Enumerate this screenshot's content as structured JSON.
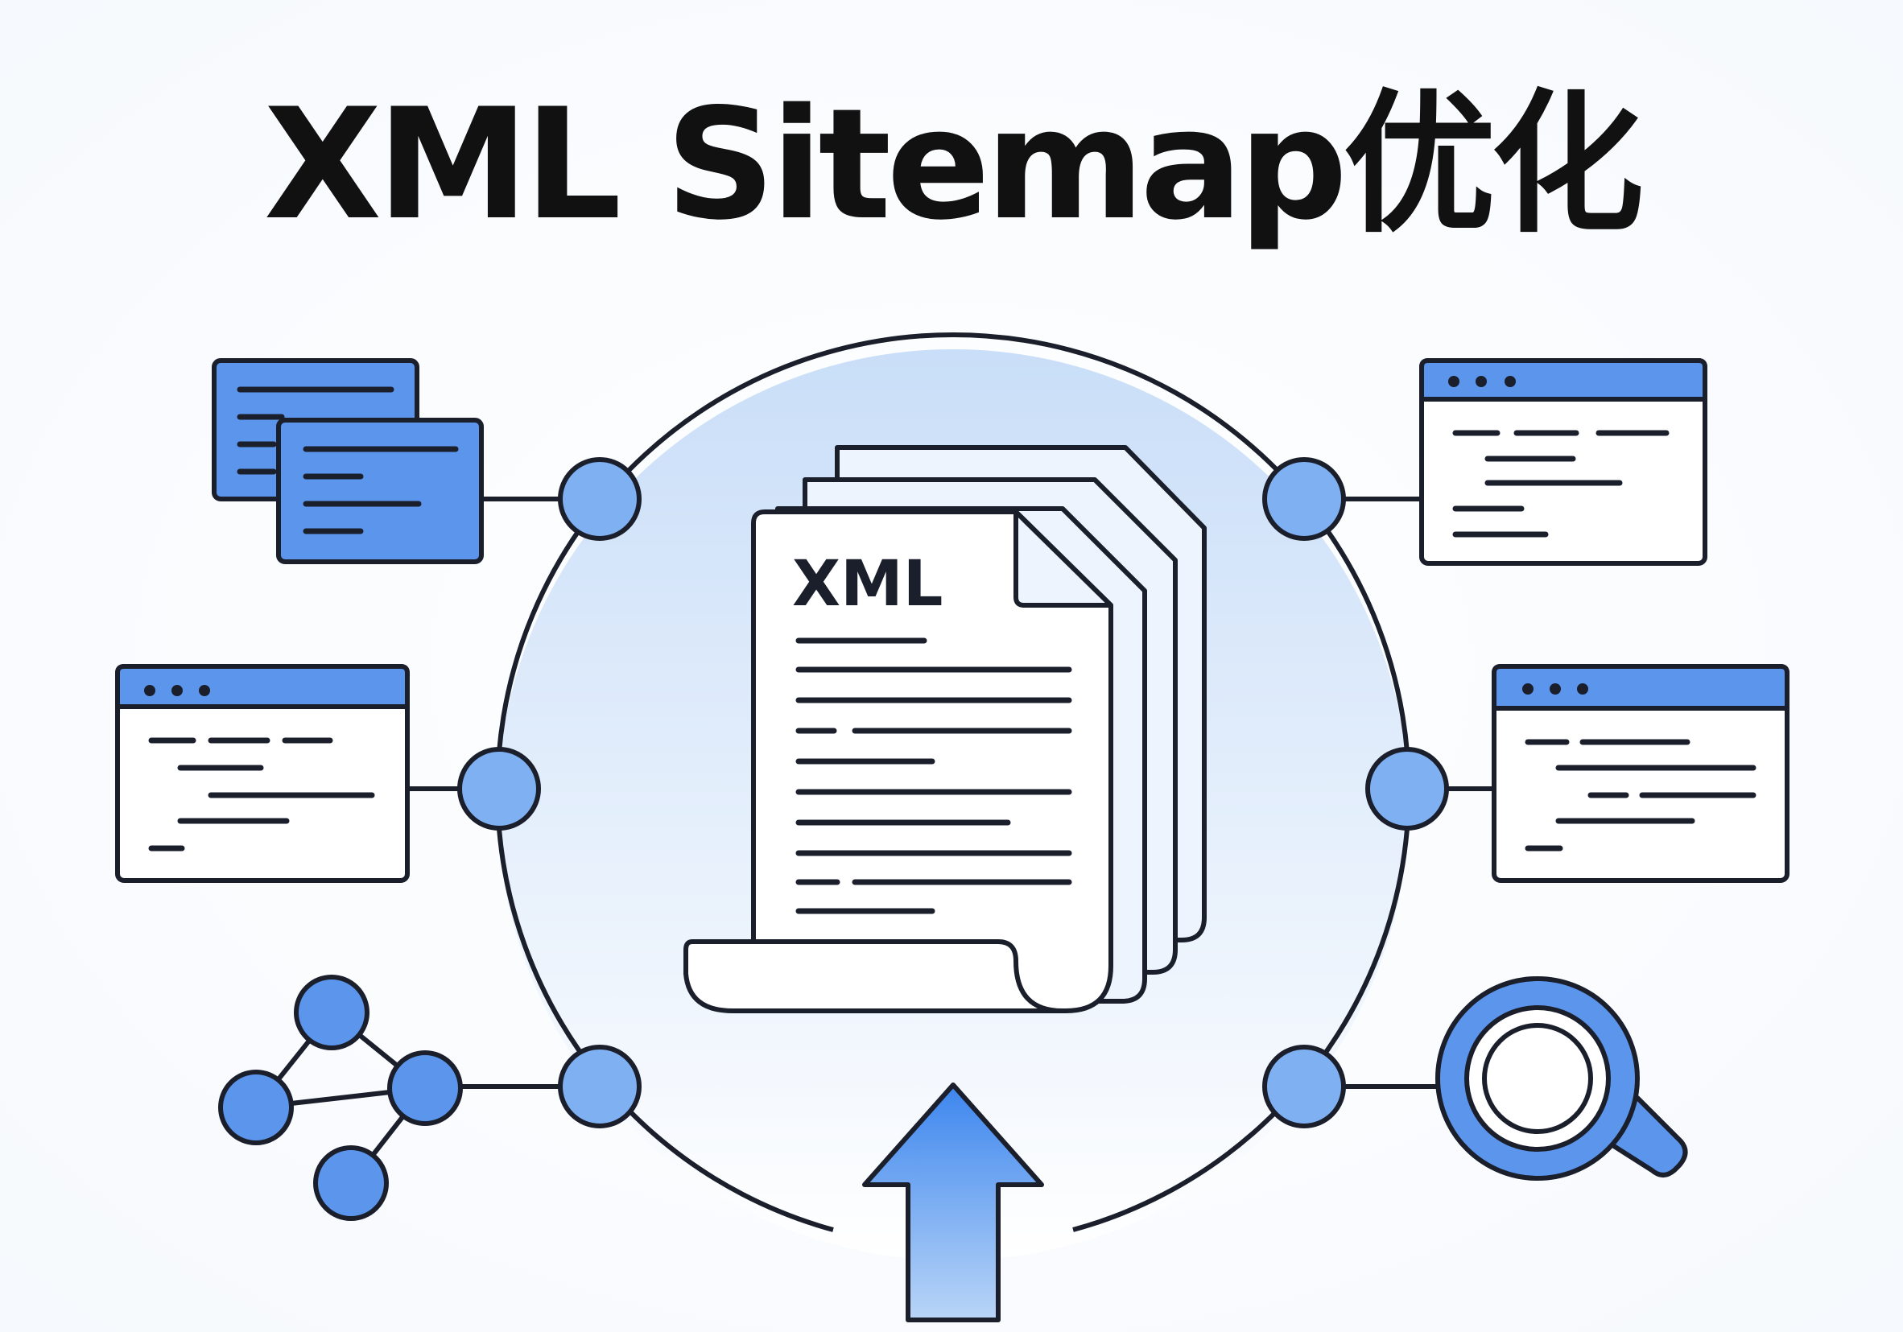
{
  "title": "XML Sitemap优化",
  "document": {
    "label": "XML"
  },
  "colors": {
    "accent": "#5b95ec",
    "accent_light": "#8db8f4",
    "node_fill": "#7fb0f2",
    "circle_fill_top": "#c9def8",
    "circle_fill_bottom": "#ffffff",
    "stroke": "#1a1f2b",
    "arrow_top": "#3d86ee",
    "arrow_bottom": "#b9d5f7"
  },
  "satellites": [
    {
      "id": "stacked-documents",
      "icon": "stacked-documents-icon",
      "side": "left"
    },
    {
      "id": "browser-window-left",
      "icon": "browser-window-icon",
      "side": "left"
    },
    {
      "id": "network-graph",
      "icon": "network-graph-icon",
      "side": "left"
    },
    {
      "id": "browser-window-top-right",
      "icon": "browser-window-icon",
      "side": "right"
    },
    {
      "id": "browser-window-mid-right",
      "icon": "browser-window-icon",
      "side": "right"
    },
    {
      "id": "magnifier",
      "icon": "magnifying-glass-icon",
      "side": "right"
    }
  ]
}
